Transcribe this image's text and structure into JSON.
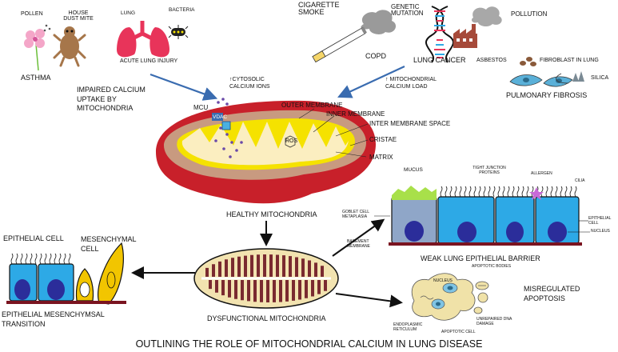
{
  "title": "OUTLINING THE ROLE OF MITOCHONDRIAL CALCIUM IN LUNG DISEASE",
  "causes": {
    "asthma": {
      "label": "ASTHMA",
      "pollen": "POLLEN",
      "dust_mite": "HOUSE DUST MITE"
    },
    "acute_lung_injury": {
      "label": "ACUTE LUNG INJURY",
      "lung": "LUNG",
      "bacteria": "BACTERIA"
    },
    "copd": {
      "label": "COPD",
      "smoke": "CIGARETTE SMOKE"
    },
    "lung_cancer": {
      "label": "LUNG CANCER",
      "mutation": "GENETIC MUTATION",
      "pollution": "POLLUTION"
    },
    "pulmonary_fibrosis": {
      "label": "PULMONARY FIBROSIS",
      "asbestos": "ASBESTOS",
      "fibroblast": "FIBROBLAST IN LUNG",
      "silica": "SILICA"
    }
  },
  "mechanisms": {
    "impaired_uptake": "IMPAIRED CALCIUM UPTAKE BY MITOCHONDRIA",
    "cytosolic": "↑CYTOSOLIC CALCIUM IONS",
    "load": "↑ MITOCHONDRIAL CALCIUM LOAD"
  },
  "mito_labels": {
    "mcu": "MCU",
    "vdac": "VDAC",
    "ros": "ROS",
    "outer": "OUTER MEMBRANE",
    "inner": "INNER MEMBRANE",
    "inter": "INTER MEMBRANE SPACE",
    "cristae": "CRISTAE",
    "matrix": "MATRIX",
    "healthy": "HEALTHY MITOCHONDRIA",
    "dysfunctional": "DYSFUNCTIONAL MITOCHONDRIA"
  },
  "barrier": {
    "mucus": "MUCUS",
    "tight": "TIGHT JUNCTION PROTEINS",
    "allergen": "ALLERGEN",
    "cilia": "CILIA",
    "goblet": "GOBLET CELL METAPLASIA",
    "epithelial": "EPITHELIAL CELL",
    "nucleus": "NUCLEUS",
    "basement": "BASEMENT MEMBRANE",
    "caption": "WEAK LUNG EPITHELIAL BARRIER"
  },
  "emt": {
    "epithelial": "EPITHELIAL CELL",
    "mesenchymal": "MESENCHYMAL CELL",
    "caption": "EPITHELIAL MESENCHYMSAL TRANSITION"
  },
  "apoptosis": {
    "caption": "MISREGULATED APOPTOSIS",
    "bodies": "APOPTOTIC BODIES",
    "nucleus": "NUCLEUS",
    "er": "ENDOPLASMIC RETICULUM",
    "cell": "APOPTOTIC CELL",
    "dna": "UNREPAIRED DNA DAMAGE"
  },
  "colors": {
    "outer_membrane": "#c8202a",
    "intermembrane": "#c89a80",
    "inner_membrane": "#f5e200",
    "matrix": "#fbeec0",
    "epithelial": "#2da9e6",
    "nucleus": "#2b2d9a",
    "mesenchymal": "#f2c500",
    "mucus": "#a8e04a",
    "lung": "#e8345a",
    "arrow_blue": "#3a6cb0",
    "apoptotic_cell": "#f0e2a8"
  }
}
